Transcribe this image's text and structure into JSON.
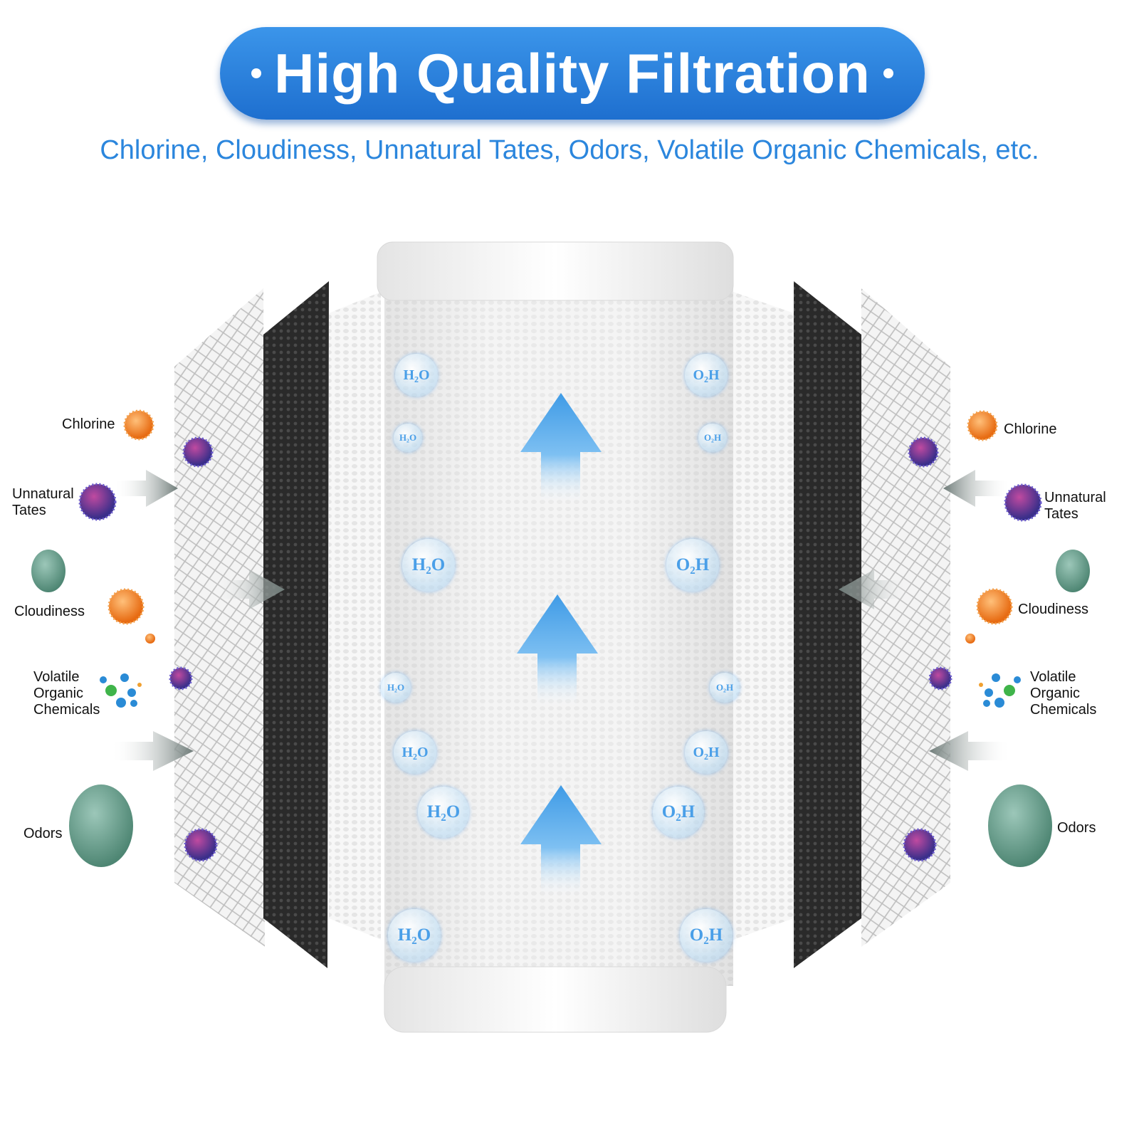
{
  "header": {
    "title": "High Quality Filtration",
    "subtitle": "Chlorine, Cloudiness, Unnatural Tates, Odors, Volatile Organic Chemicals, etc."
  },
  "left_labels": {
    "chlorine": "Chlorine",
    "unnatural_line1": "Unnatural",
    "unnatural_line2": "Tates",
    "cloudiness": "Cloudiness",
    "voc_line1": "Volatile",
    "voc_line2": "Organic",
    "voc_line3": "Chemicals",
    "odors": "Odors"
  },
  "right_labels": {
    "chlorine": "Chlorine",
    "unnatural_line1": "Unnatural",
    "unnatural_line2": "Tates",
    "cloudiness": "Cloudiness",
    "voc_line1": "Volatile",
    "voc_line2": "Organic",
    "voc_line3": "Chemicals",
    "odors": "Odors"
  },
  "molecules": {
    "left": "H₂O",
    "right": "O₂H"
  },
  "colors": {
    "banner": "#2a82e0",
    "subtitle": "#2b86dd",
    "arrow_blue": "#4aa3e8",
    "contaminant_orange": "#f08a2a",
    "contaminant_purple": "#5a3a9a",
    "cloud_green": "#6fa493",
    "carbon_layer": "#2d2d2d"
  }
}
